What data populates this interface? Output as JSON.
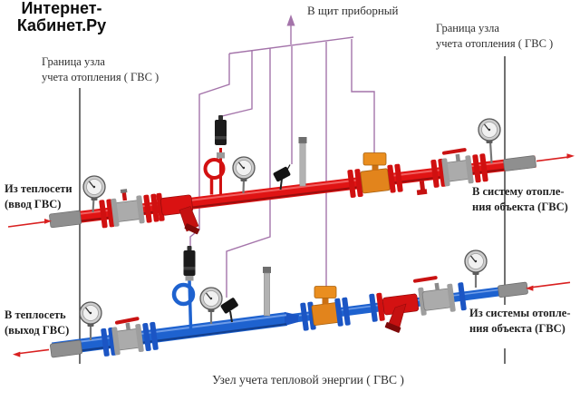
{
  "panel_label": "В щит приборный",
  "boundary_left": {
    "line1": "Граница узла",
    "line2": "учета отопления  ( ГВС )"
  },
  "boundary_right": {
    "line1": "Граница узла",
    "line2": "учета отопления ( ГВС )"
  },
  "pipe_labels": {
    "supply_in": {
      "line1": "Из теплосети",
      "line2": "(ввод ГВС)"
    },
    "supply_out": {
      "line1": "В систему отопле-",
      "line2": "ния объекта (ГВС)"
    },
    "return_out": {
      "line1": "В теплосеть",
      "line2": "(выход ГВС)"
    },
    "return_in": {
      "line1": "Из системы отопле-",
      "line2": "ния объекта (ГВС)"
    }
  },
  "caption": "Узел учета тепловой энергии ( ГВС )",
  "watermark": {
    "line1": "Интернет-",
    "line2": "Кабинет.Ру"
  },
  "colors": {
    "supply_pipe": "#e01414",
    "return_pipe": "#1e62cf",
    "flow_meter_body": "#e2841c",
    "signal_wire": "#a474aa",
    "boundary_line": "#4d4d4d",
    "flow_arrow": "#d92121"
  }
}
